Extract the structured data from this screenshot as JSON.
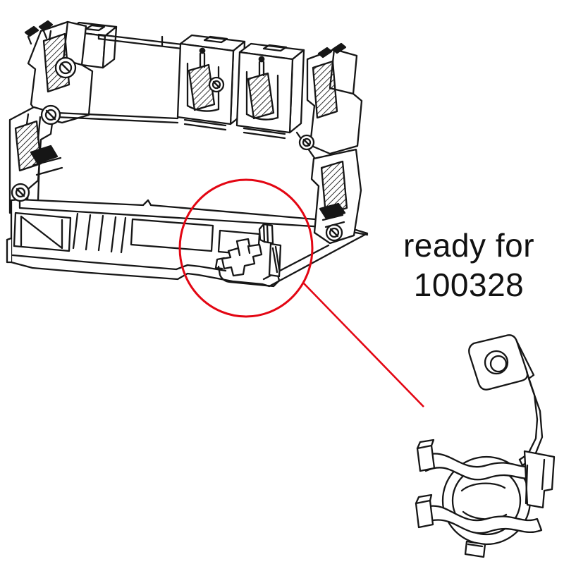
{
  "page": {
    "background": "#ffffff"
  },
  "annotation": {
    "line1": "ready for",
    "line2": "100328"
  },
  "colors": {
    "ink": "#161616",
    "highlight_red": "#e30613"
  },
  "figures": {
    "main_drawing": "din-rail-terminal-block",
    "highlight_circle": "red-highlight-circle",
    "leader_line": "red-leader-line",
    "accessory_drawing": "shield-clamp-part"
  }
}
